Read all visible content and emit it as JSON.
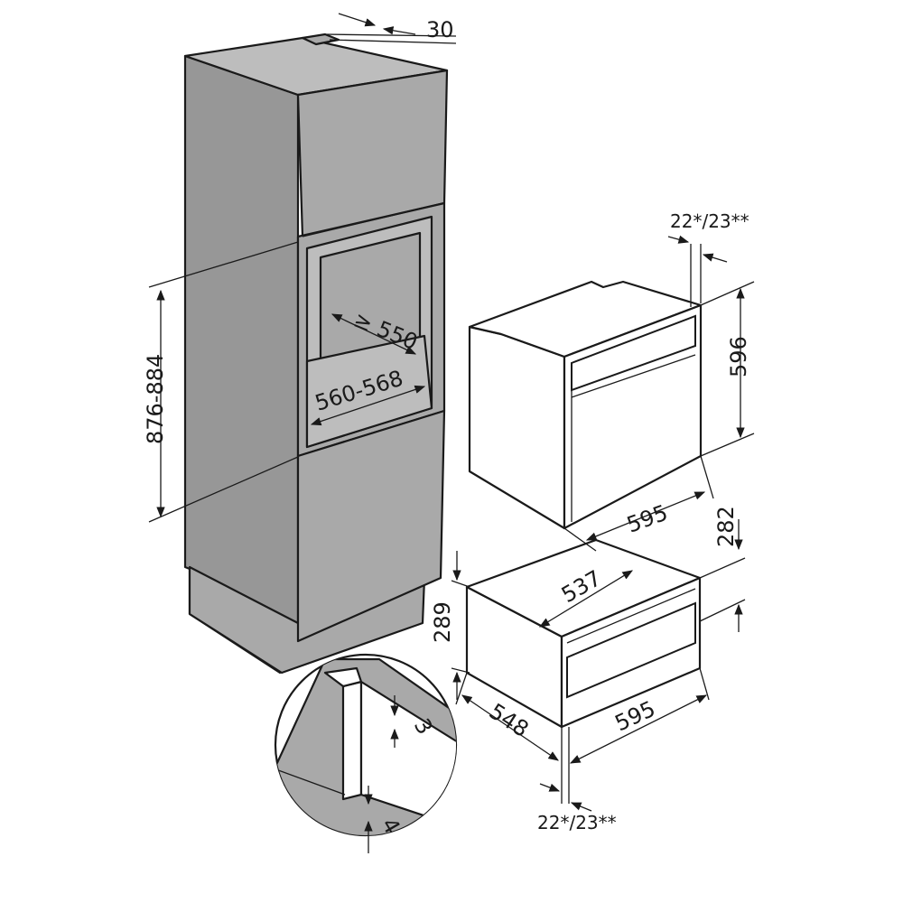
{
  "diagram": {
    "dimensions": {
      "cabinet_top_gap": "30",
      "niche_height": "876-884",
      "niche_depth": "≥ 550",
      "niche_width": "560-568",
      "oven_front_gap": "22*/23**",
      "oven_height": "596",
      "oven_width": "595",
      "drawer_depth_inner": "537",
      "drawer_front_height": "282",
      "drawer_body_height": "289",
      "drawer_depth": "548",
      "drawer_width": "595",
      "drawer_front_gap": "22*/23**",
      "detail_gap": "3",
      "detail_offset": "4"
    },
    "colors": {
      "cabinet": "#a9a9a9",
      "cabinet_shade": "#979797",
      "line": "#1a1a1a",
      "appliance": "#ffffff"
    }
  }
}
